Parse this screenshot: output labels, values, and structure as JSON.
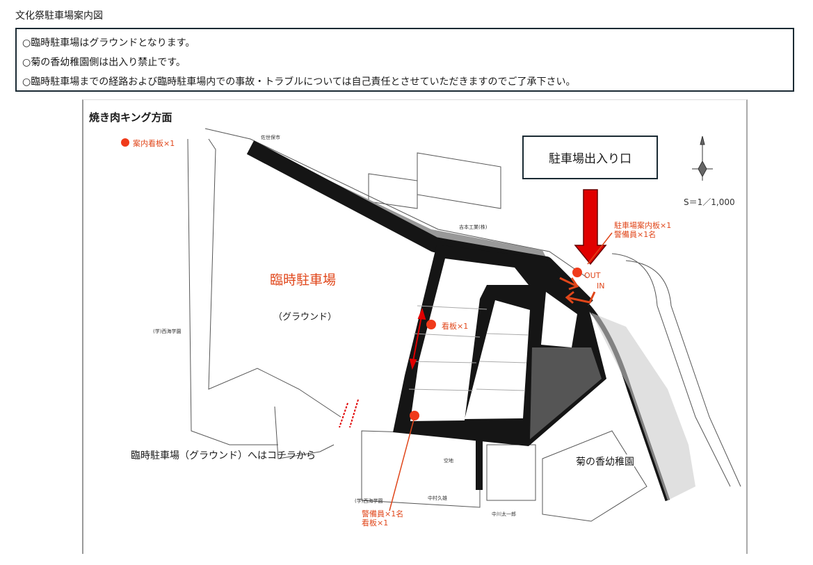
{
  "document": {
    "title": "文化祭駐車場案内図",
    "notices": [
      "○臨時駐車場はグラウンドとなります。",
      "○菊の香幼稚園側は出入り禁止です。",
      "○臨時駐車場までの経路および臨時駐車場内での事故・トラブルについては自己責任とさせていただきますのでご了承下さい。"
    ]
  },
  "map": {
    "direction_label": "焼き肉キング方面",
    "legend": "案内看板×1",
    "entrance_label": "駐車場出入り口",
    "scale": "S＝1／1,000",
    "entrance_sign": [
      "駐車場案内板×1",
      "警備員×1名"
    ],
    "out_label": "OUT",
    "in_label": "IN",
    "parking_title": "臨時駐車場",
    "parking_subtitle": "（グラウンド）",
    "mid_sign": "看板×1",
    "ground_route": "臨時駐車場（グラウンド）へはコチラから",
    "kindergarten": "菊の香幼稚園",
    "bottom_sign": [
      "警備員×1名",
      "看板×1"
    ],
    "small_labels": [
      "佐世保市",
      "(学)西海学園",
      "(学)西海学園",
      "吉本工業(株)",
      "中村久雄",
      "中川太一郎",
      "空地"
    ],
    "colors": {
      "accent_red": "#e0461a",
      "arrow_red": "#e00000",
      "road": "#151515"
    }
  }
}
